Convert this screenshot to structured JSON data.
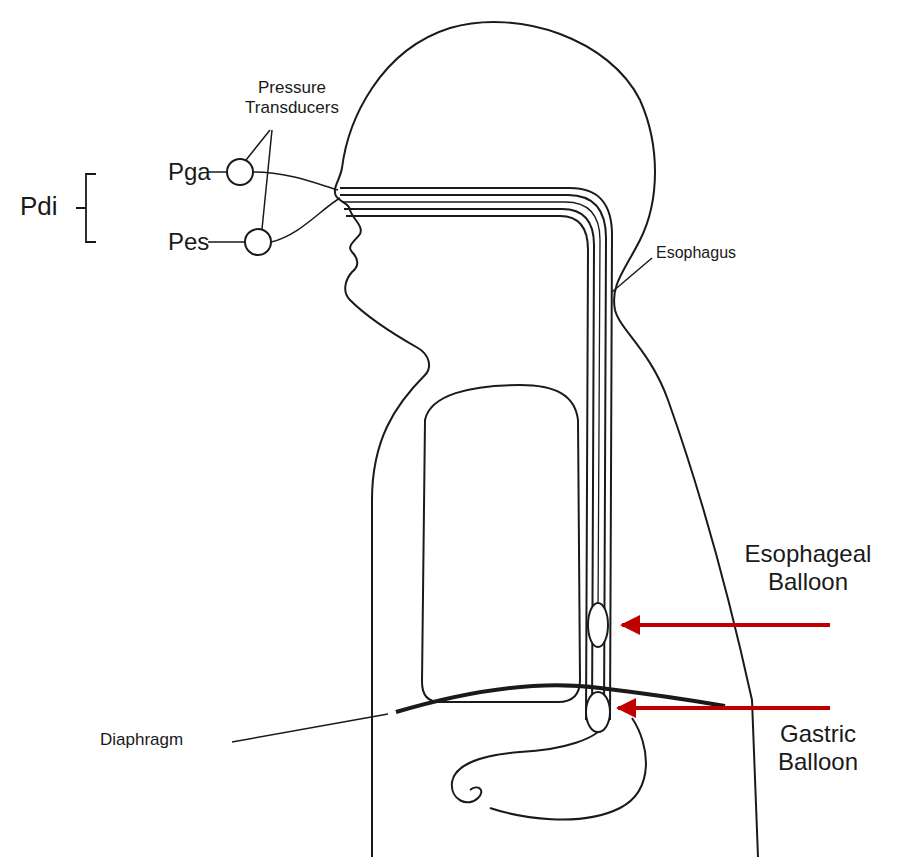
{
  "diagram": {
    "labels": [
      "Pressure Transducers",
      "Pga",
      "Pes",
      "Pdi",
      "Esophagus",
      "Esophageal Balloon",
      "Gastric Balloon",
      "Diaphragm"
    ]
  }
}
